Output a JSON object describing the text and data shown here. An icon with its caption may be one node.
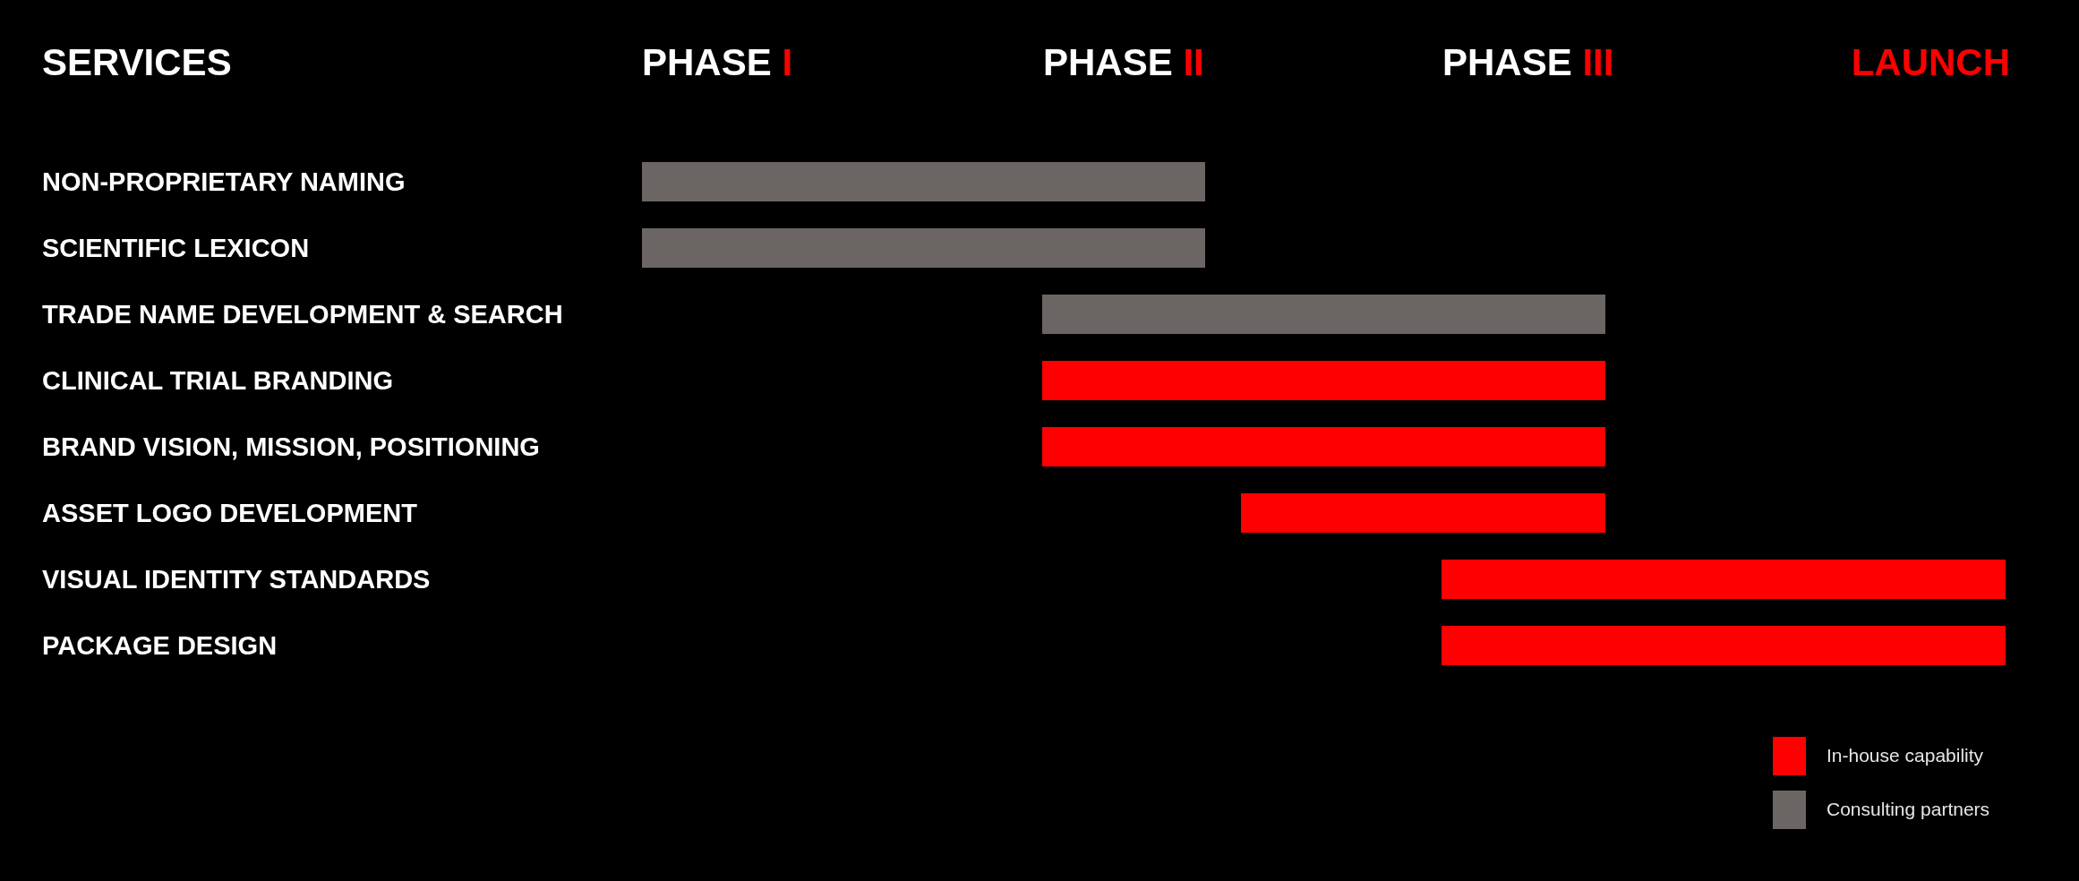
{
  "diagram": {
    "nodes": [
      {
        "text": [],
        "shape": "bar"
      },
      {
        "text": [],
        "shape": "bar"
      },
      {
        "text": [],
        "shape": "bar"
      },
      {
        "text": [],
        "shape": "bar"
      },
      {
        "text": [],
        "shape": "bar"
      },
      {
        "text": [],
        "shape": "bar"
      },
      {
        "text": [],
        "shape": "bar"
      },
      {
        "text": [],
        "shape": "bar"
      }
    ],
    "labels": [
      "SERVICES",
      "PHASE I",
      "PHASE II",
      "PHASE III",
      "LAUNCH",
      "NON-PROPRIETARY NAMING",
      "SCIENTIFIC LEXICON",
      "TRADE NAME DEVELOPMENT & SEARCH",
      "CLINICAL TRIAL BRANDING",
      "BRAND VISION, MISSION, POSITIONING",
      "ASSET LOGO DEVELOPMENT",
      "VISUAL IDENTITY STANDARDS",
      "PACKAGE DESIGN"
    ],
    "legend": [
      {
        "text": "In-house capability",
        "color": "#ff0000"
      },
      {
        "text": "Consulting partners",
        "color": "#6b6664"
      }
    ]
  }
}
